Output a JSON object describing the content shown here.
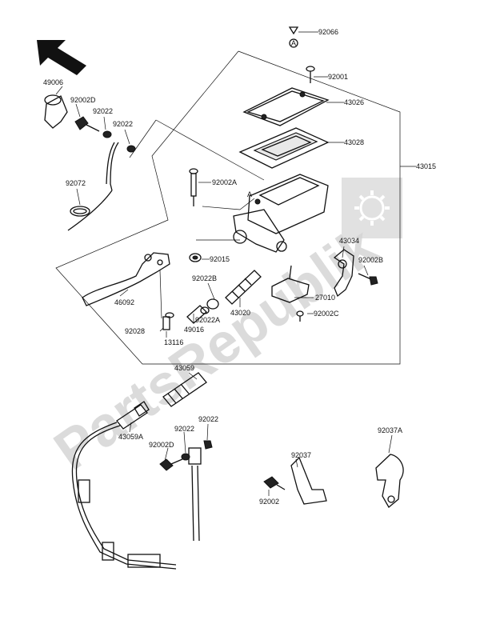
{
  "watermark": "PartsRepublik",
  "callouts": {
    "p92066": "92066",
    "p92001": "92001",
    "p43026": "43026",
    "p43028": "43028",
    "p43015": "43015",
    "p49006": "49006",
    "p92002D_top": "92002D",
    "p92022_a": "92022",
    "p92022_b": "92022",
    "p92072": "92072",
    "p92002A": "92002A",
    "pA_ref1": "A",
    "pA_ref2": "A",
    "p92015": "92015",
    "p43034": "43034",
    "p92002B": "92002B",
    "p92022B": "92022B",
    "p43020": "43020",
    "p27010": "27010",
    "p92002C": "92002C",
    "p46092": "46092",
    "p92022A": "92022A",
    "p49016": "49016",
    "p92028": "92028",
    "p13116": "13116",
    "p43059": "43059",
    "p43059A": "43059A",
    "p92022_c": "92022",
    "p92022_d": "92022",
    "p92002D_bot": "92002D",
    "p92037": "92037",
    "p92037A": "92037A",
    "p92002": "92002"
  },
  "icons": {
    "orientation_arrow": "arrow-up-left-icon",
    "settings_gear": "gear-icon"
  }
}
